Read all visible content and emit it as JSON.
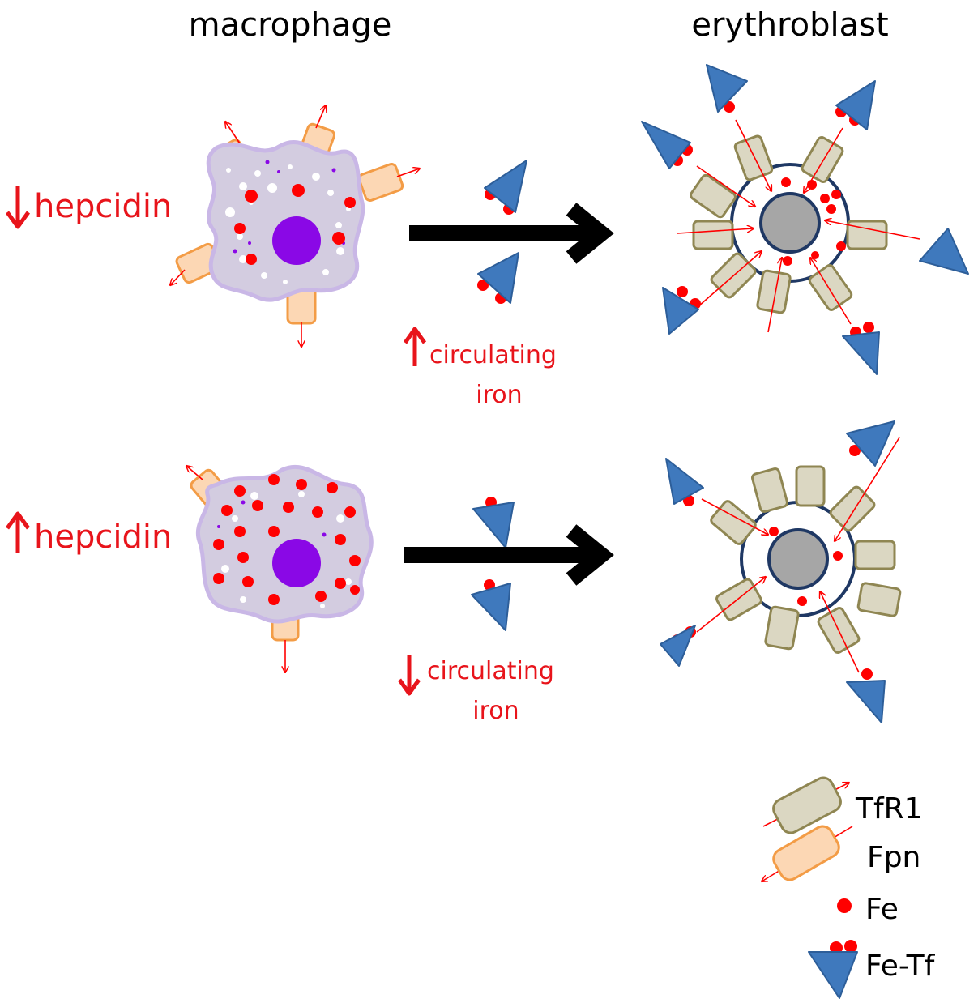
{
  "headers": {
    "macrophage": "macrophage",
    "erythroblast": "erythroblast"
  },
  "scenarios": [
    {
      "hepcidin_direction": "down",
      "hepcidin_label": "hepcidin",
      "circulating_direction": "up",
      "circulating_line1": "circulating",
      "circulating_line2": "iron"
    },
    {
      "hepcidin_direction": "up",
      "hepcidin_label": "hepcidin",
      "circulating_direction": "down",
      "circulating_line1": "circulating",
      "circulating_line2": "iron"
    }
  ],
  "legend": {
    "tfr1": "TfR1",
    "fpn": "Fpn",
    "fe": "Fe",
    "fe_tf": "Fe-Tf"
  },
  "colors": {
    "label_red": "#e8141b",
    "iron_red": "#ff0000",
    "cell_fill": "#d3cce0",
    "cell_outline": "#c9b7e6",
    "nucleus": "#8a08e6",
    "fpn_fill": "#fcd7b4",
    "fpn_outline": "#f39c46",
    "tfr1_fill": "#dbd7c2",
    "tfr1_outline": "#8f8652",
    "transferrin": "#3f79bd",
    "transferrin_outline": "#2d5e99",
    "erythro_nucleus": "#a6a6a6",
    "erythro_outline": "#1f3864",
    "arrow": "#000000"
  }
}
